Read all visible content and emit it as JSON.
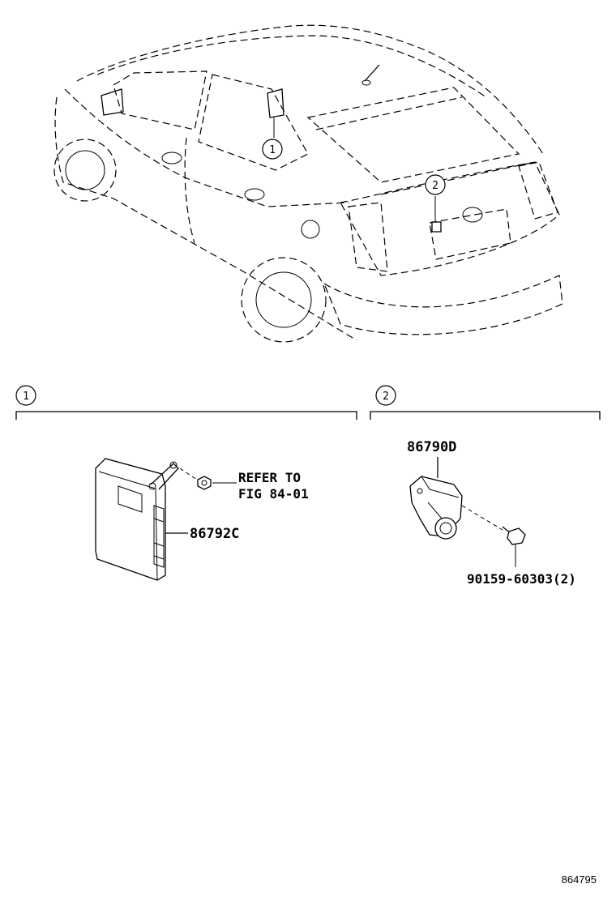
{
  "callouts": {
    "c1": "1",
    "c2": "2"
  },
  "section1": {
    "callout": "1",
    "refer_line1": "REFER TO",
    "refer_line2": "FIG 84-01",
    "part_number": "86792C"
  },
  "section2": {
    "callout": "2",
    "part_camera": "86790D",
    "part_bolt": "90159-60303(2)"
  },
  "figure_id": "864795"
}
